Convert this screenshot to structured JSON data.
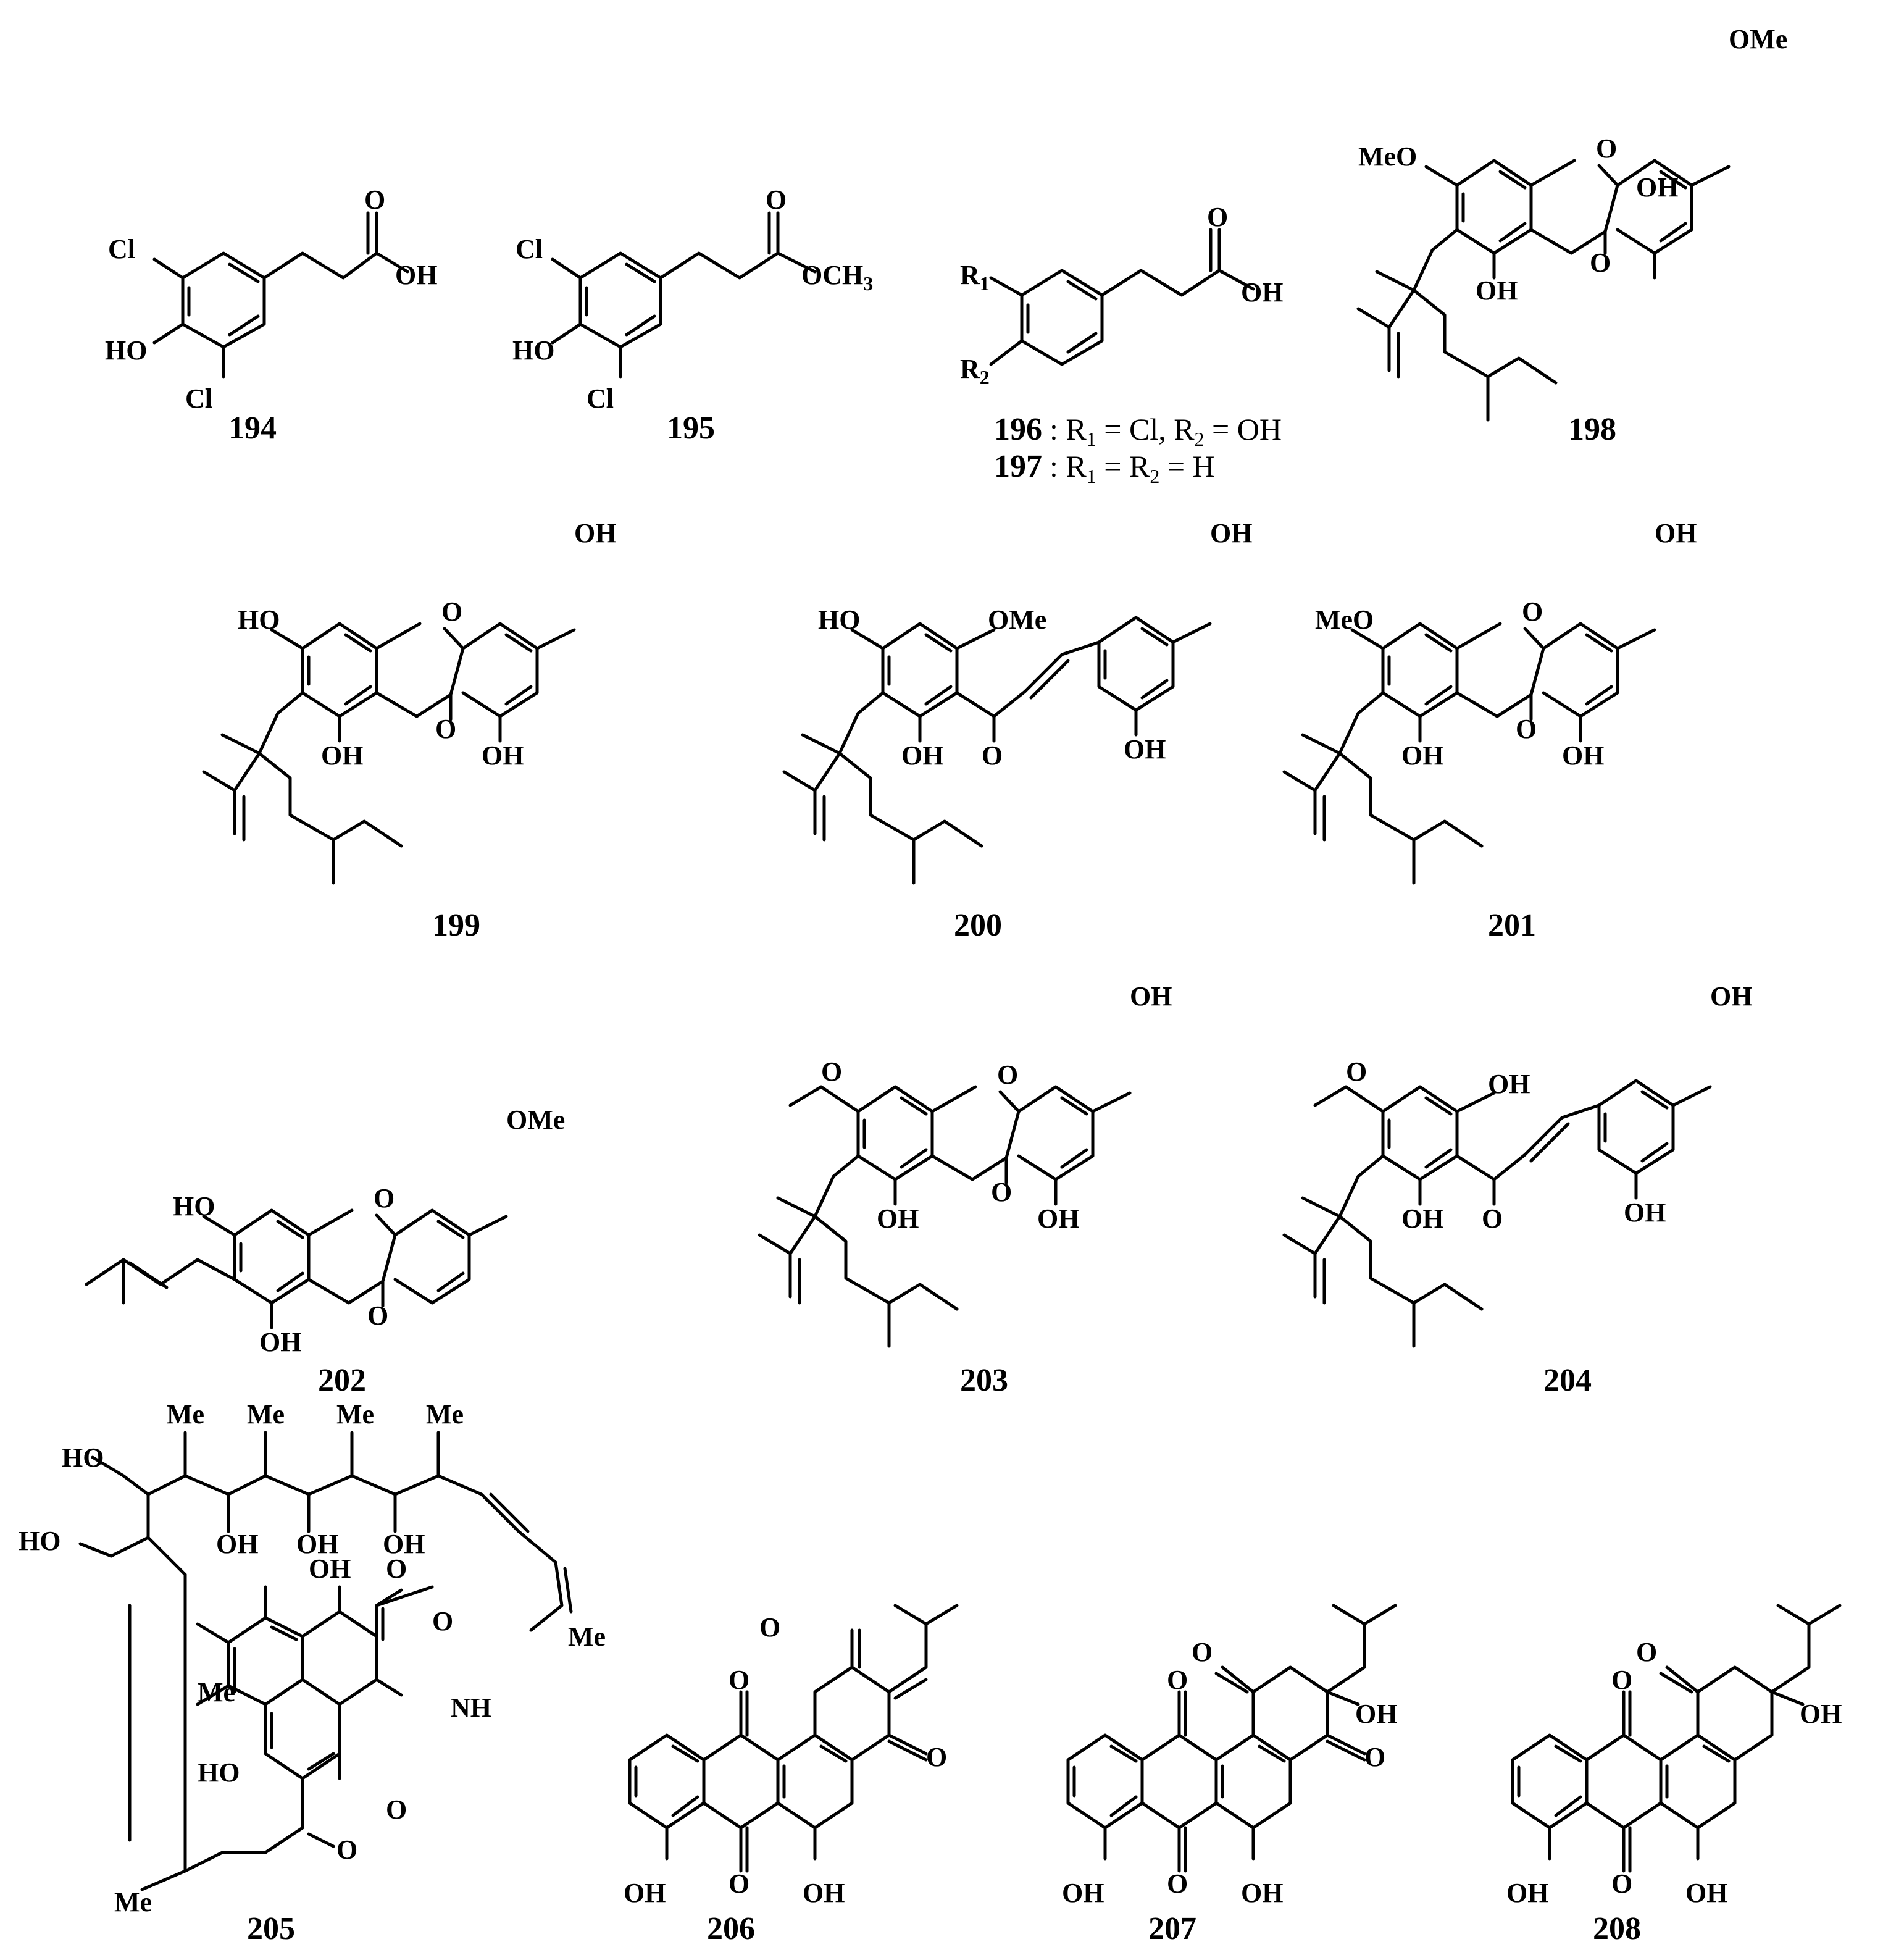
{
  "compounds": [
    {
      "id": "194"
    },
    {
      "id": "195"
    },
    {
      "id": "196"
    },
    {
      "id": "197"
    },
    {
      "id": "198"
    },
    {
      "id": "199"
    },
    {
      "id": "200"
    },
    {
      "id": "201"
    },
    {
      "id": "202"
    },
    {
      "id": "203"
    },
    {
      "id": "204"
    },
    {
      "id": "205"
    },
    {
      "id": "206"
    },
    {
      "id": "207"
    },
    {
      "id": "208"
    }
  ],
  "labels": {
    "cl": "Cl",
    "ho": "HO",
    "oh": "OH",
    "och3": "OCH3",
    "ome": "OMe",
    "meo": "MeO",
    "me": "Me",
    "o": "O",
    "nh": "NH",
    "r": "R",
    "one": "1",
    "two": "2"
  },
  "definitions": {
    "c196": ": R1 = Cl, R2 = OH",
    "c197": ": R1 = R2 = H"
  }
}
